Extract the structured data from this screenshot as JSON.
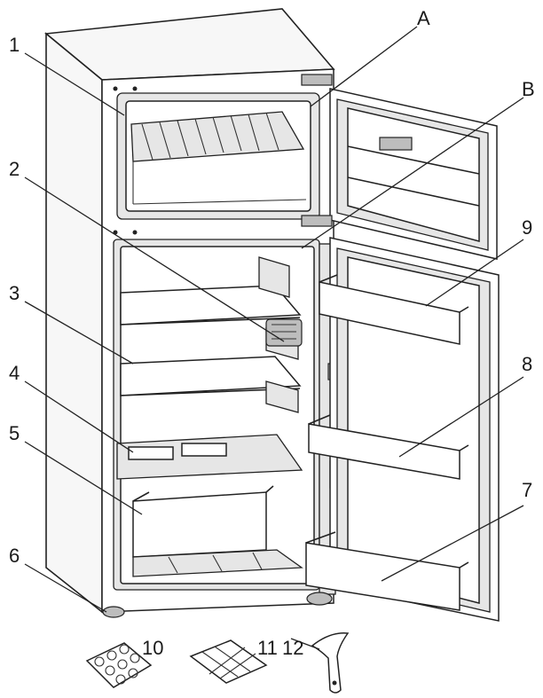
{
  "callouts": {
    "c1": "1",
    "c2": "2",
    "c3": "3",
    "c4": "4",
    "c5": "5",
    "c6": "6",
    "c7": "7",
    "c8": "8",
    "c9": "9",
    "c10": "10",
    "c11": "11",
    "c12": "12",
    "cA": "A",
    "cB": "B"
  },
  "colors": {
    "line": "#222222",
    "body_fill": "#f7f7f7",
    "shade": "#e6e6e6"
  }
}
